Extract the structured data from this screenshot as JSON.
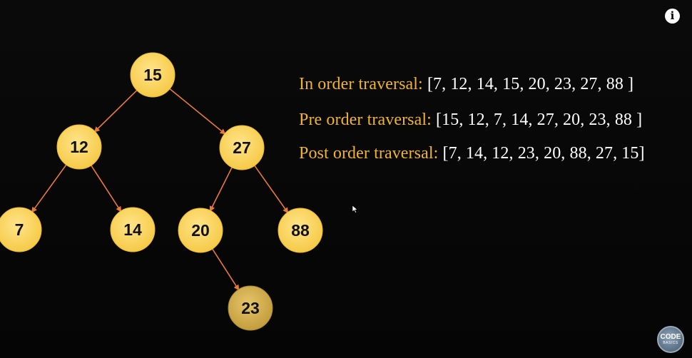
{
  "tree": {
    "nodes": [
      {
        "id": "n15",
        "label": "15"
      },
      {
        "id": "n12",
        "label": "12"
      },
      {
        "id": "n27",
        "label": "27"
      },
      {
        "id": "n7",
        "label": "7"
      },
      {
        "id": "n14",
        "label": "14"
      },
      {
        "id": "n20",
        "label": "20"
      },
      {
        "id": "n88",
        "label": "88"
      },
      {
        "id": "n23",
        "label": "23"
      }
    ],
    "edges": [
      {
        "from": "n15",
        "to": "n12"
      },
      {
        "from": "n15",
        "to": "n27"
      },
      {
        "from": "n12",
        "to": "n7"
      },
      {
        "from": "n12",
        "to": "n14"
      },
      {
        "from": "n27",
        "to": "n20"
      },
      {
        "from": "n27",
        "to": "n88"
      },
      {
        "from": "n20",
        "to": "n23"
      }
    ],
    "node_color": "#ffd966",
    "highlight_node": "n23",
    "highlight_color": "#d4b050",
    "edge_color": "#e8793a"
  },
  "traversals": {
    "in_order": {
      "label": "In order traversal:",
      "value": "[7, 12, 14, 15, 20, 23, 27, 88 ]"
    },
    "pre_order": {
      "label": "Pre order traversal:",
      "value": "[15, 12, 7, 14, 27, 20, 23, 88 ]"
    },
    "post_order": {
      "label": "Post order traversal:",
      "value": "[7, 14, 12, 23, 20, 88, 27, 15]"
    }
  },
  "info_icon": {
    "glyph": "i",
    "name": "info-icon"
  },
  "logo": {
    "main": "CODE",
    "sub": "BASICS"
  },
  "colors": {
    "label": "#f0b429",
    "value": "#ffffff",
    "background": "#000000"
  }
}
